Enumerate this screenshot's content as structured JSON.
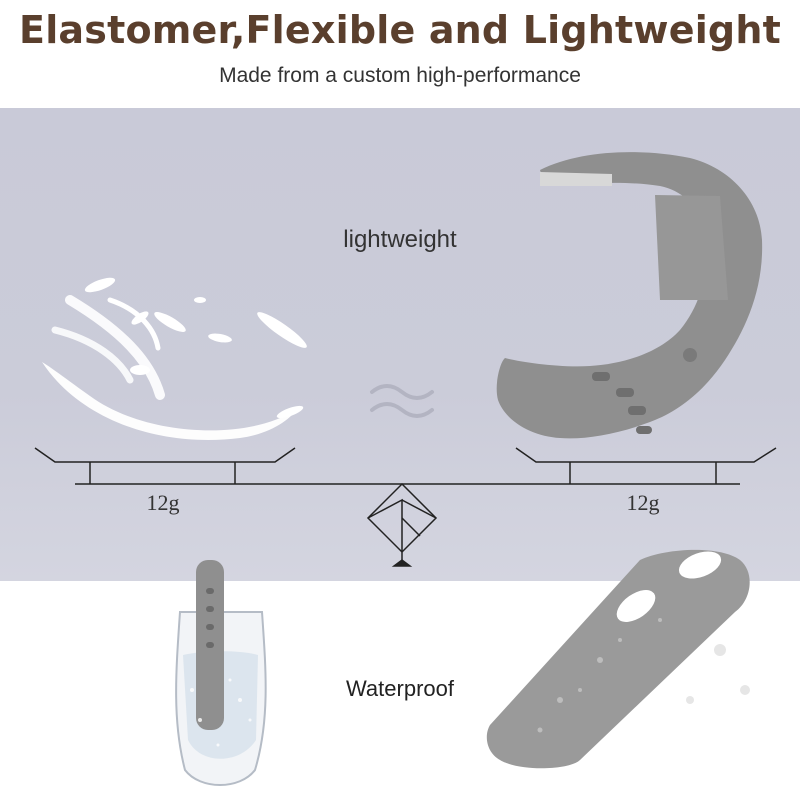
{
  "header": {
    "title": "Elastomer,Flexible and Lightweight",
    "subtitle": "Made from a custom high-performance"
  },
  "scale": {
    "label": "lightweight",
    "left_weight": "12g",
    "right_weight": "12g"
  },
  "bottom": {
    "label": "Waterproof"
  },
  "colors": {
    "title": "#5a3f2d",
    "panel": "#c9cad8",
    "strap": "#8f8f8f"
  },
  "icons": [
    "feathers-image",
    "approx-equal-icon",
    "balance-fulcrum-icon",
    "watch-band-image",
    "water-glass-image"
  ]
}
